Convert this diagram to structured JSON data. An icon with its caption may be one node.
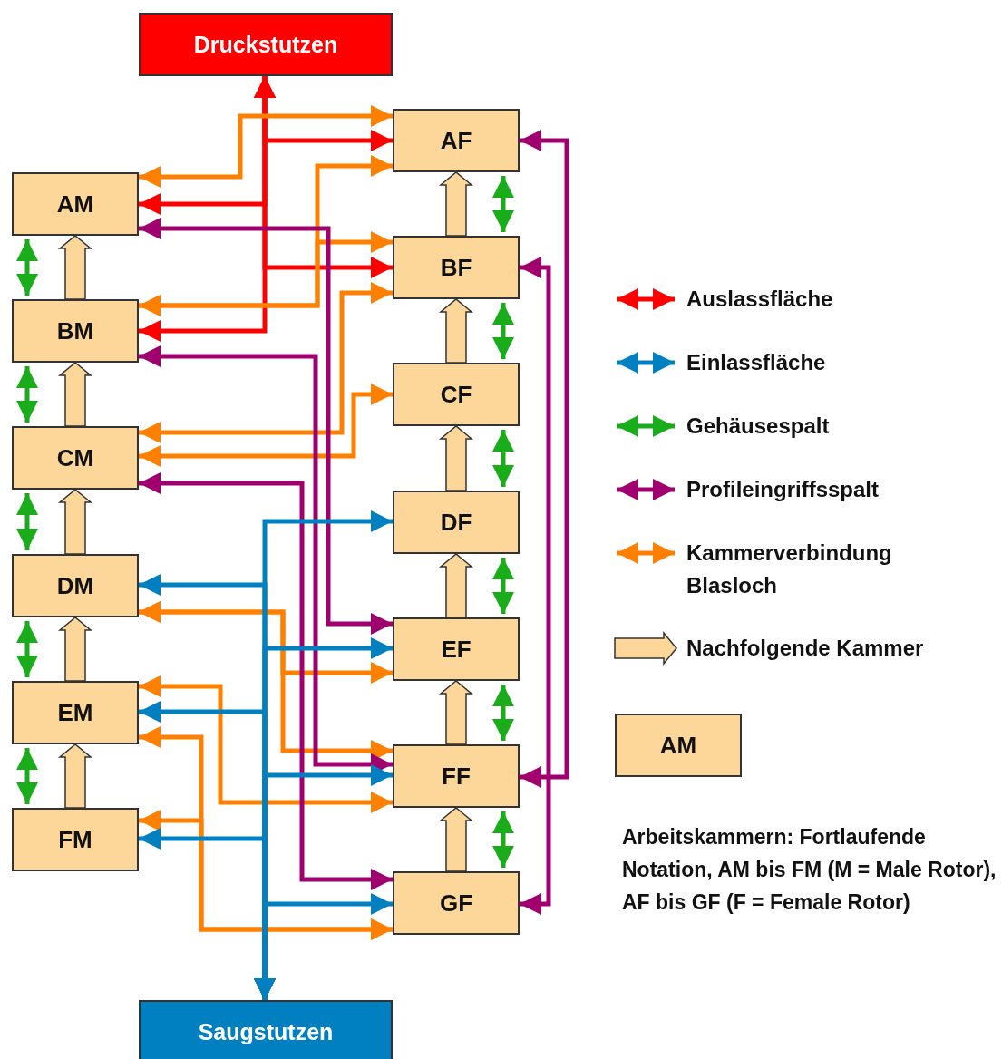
{
  "diagram": {
    "nodes": [
      {
        "text": [
          "Druckstutzen"
        ]
      },
      {
        "text": [
          "AM"
        ]
      },
      {
        "text": [
          "BM"
        ]
      },
      {
        "text": [
          "CM"
        ]
      },
      {
        "text": [
          "DM"
        ]
      },
      {
        "text": [
          "EM"
        ]
      },
      {
        "text": [
          "FM"
        ]
      },
      {
        "text": [
          "AF"
        ]
      },
      {
        "text": [
          "BF"
        ]
      },
      {
        "text": [
          "CF"
        ]
      },
      {
        "text": [
          "DF"
        ]
      },
      {
        "text": [
          "EF"
        ]
      },
      {
        "text": [
          "FF"
        ]
      },
      {
        "text": [
          "GF"
        ]
      },
      {
        "text": [
          "Saugstutzen"
        ]
      },
      {
        "text": [
          "AM"
        ],
        "beside": [
          "Arbeitskammern: Fortlaufende Notation, AM bis FM (M = Male Rotor), AF bis GF (F = Female Rotor)"
        ]
      }
    ],
    "edges": [
      {
        "from": 7,
        "to": 0,
        "arrow": "both",
        "color": "#ff0000"
      },
      {
        "from": 1,
        "to": 0,
        "arrow": "both",
        "color": "#ff0000"
      },
      {
        "from": 8,
        "to": 0,
        "arrow": "both",
        "color": "#ff0000"
      },
      {
        "from": 2,
        "to": 0,
        "arrow": "both",
        "color": "#ff0000"
      },
      {
        "from": 1,
        "to": 7,
        "arrow": "both",
        "color": "#ff8000"
      },
      {
        "from": 2,
        "to": 7,
        "arrow": "both",
        "color": "#ff8000"
      },
      {
        "from": 2,
        "to": 8,
        "arrow": "both",
        "color": "#ff8000"
      },
      {
        "from": 3,
        "to": 8,
        "arrow": "both",
        "color": "#ff8000"
      },
      {
        "from": 3,
        "to": 9,
        "arrow": "both",
        "color": "#ff8000"
      },
      {
        "from": 4,
        "to": 11,
        "arrow": "both",
        "color": "#ff8000"
      },
      {
        "from": 4,
        "to": 12,
        "arrow": "both",
        "color": "#ff8000"
      },
      {
        "from": 5,
        "to": 12,
        "arrow": "both",
        "color": "#ff8000"
      },
      {
        "from": 5,
        "to": 13,
        "arrow": "both",
        "color": "#ff8000"
      },
      {
        "from": 6,
        "to": 13,
        "arrow": "both",
        "color": "#ff8000"
      },
      {
        "from": 1,
        "to": 11,
        "arrow": "both",
        "color": "#a0006e"
      },
      {
        "from": 2,
        "to": 12,
        "arrow": "both",
        "color": "#a0006e"
      },
      {
        "from": 3,
        "to": 13,
        "arrow": "both",
        "color": "#a0006e"
      },
      {
        "from": 7,
        "to": 12,
        "arrow": "both",
        "color": "#a0006e"
      },
      {
        "from": 8,
        "to": 13,
        "arrow": "both",
        "color": "#a0006e"
      },
      {
        "from": 10,
        "to": 14,
        "arrow": "both",
        "color": "#0080c0"
      },
      {
        "from": 4,
        "to": 14,
        "arrow": "both",
        "color": "#0080c0"
      },
      {
        "from": 11,
        "to": 14,
        "arrow": "both",
        "color": "#0080c0"
      },
      {
        "from": 5,
        "to": 14,
        "arrow": "both",
        "color": "#0080c0"
      },
      {
        "from": 12,
        "to": 14,
        "arrow": "both",
        "color": "#0080c0"
      },
      {
        "from": 6,
        "to": 14,
        "arrow": "both",
        "color": "#0080c0"
      },
      {
        "from": 13,
        "to": 14,
        "arrow": "both",
        "color": "#0080c0"
      },
      {
        "from": 1,
        "to": 2,
        "arrow": "both",
        "color": "#1aac1a"
      },
      {
        "from": 2,
        "to": 3,
        "arrow": "both",
        "color": "#1aac1a"
      },
      {
        "from": 3,
        "to": 4,
        "arrow": "both",
        "color": "#1aac1a"
      },
      {
        "from": 4,
        "to": 5,
        "arrow": "both",
        "color": "#1aac1a"
      },
      {
        "from": 5,
        "to": 6,
        "arrow": "both",
        "color": "#1aac1a"
      },
      {
        "from": 7,
        "to": 8,
        "arrow": "both",
        "color": "#1aac1a"
      },
      {
        "from": 8,
        "to": 9,
        "arrow": "both",
        "color": "#1aac1a"
      },
      {
        "from": 9,
        "to": 10,
        "arrow": "both",
        "color": "#1aac1a"
      },
      {
        "from": 10,
        "to": 11,
        "arrow": "both",
        "color": "#1aac1a"
      },
      {
        "from": 11,
        "to": 12,
        "arrow": "both",
        "color": "#1aac1a"
      },
      {
        "from": 12,
        "to": 13,
        "arrow": "both",
        "color": "#1aac1a"
      },
      {
        "from": 2,
        "to": 1,
        "arrow": "to",
        "style": "thick",
        "color": "#fdd79a"
      },
      {
        "from": 3,
        "to": 2,
        "arrow": "to",
        "style": "thick",
        "color": "#fdd79a"
      },
      {
        "from": 4,
        "to": 3,
        "arrow": "to",
        "style": "thick",
        "color": "#fdd79a"
      },
      {
        "from": 5,
        "to": 4,
        "arrow": "to",
        "style": "thick",
        "color": "#fdd79a"
      },
      {
        "from": 6,
        "to": 5,
        "arrow": "to",
        "style": "thick",
        "color": "#fdd79a"
      },
      {
        "from": 8,
        "to": 7,
        "arrow": "to",
        "style": "thick",
        "color": "#fdd79a"
      },
      {
        "from": 9,
        "to": 8,
        "arrow": "to",
        "style": "thick",
        "color": "#fdd79a"
      },
      {
        "from": 10,
        "to": 9,
        "arrow": "to",
        "style": "thick",
        "color": "#fdd79a"
      },
      {
        "from": 11,
        "to": 10,
        "arrow": "to",
        "style": "thick",
        "color": "#fdd79a"
      },
      {
        "from": 12,
        "to": 11,
        "arrow": "to",
        "style": "thick",
        "color": "#fdd79a"
      },
      {
        "from": 13,
        "to": 12,
        "arrow": "to",
        "style": "thick",
        "color": "#fdd79a"
      }
    ],
    "legend": [
      {
        "text": "Auslassfläche",
        "color": "#ff0000"
      },
      {
        "text": "Einlassfläche",
        "color": "#0080c0"
      },
      {
        "text": "Gehäusespalt",
        "color": "#1aac1a"
      },
      {
        "text": "Profileingriffsspalt",
        "color": "#a0006e"
      },
      {
        "text": "Kammerverbindung Blasloch",
        "color": "#ff8000"
      },
      {
        "text": "Nachfolgende Kammer",
        "color": "#fdd79a"
      }
    ]
  }
}
